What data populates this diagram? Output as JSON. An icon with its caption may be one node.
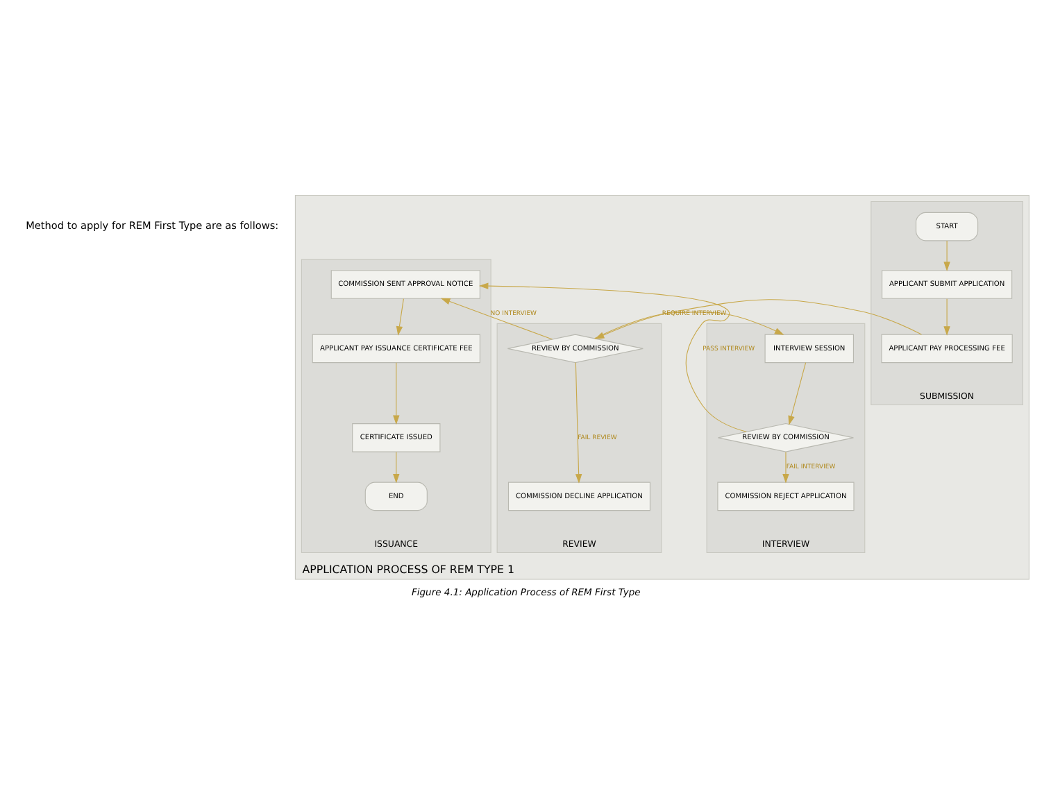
{
  "diagram": {
    "title": "Method to apply for REM First Type are as follows:",
    "caption": "Figure 4.1: Application Process of REM First Type",
    "nodes": [
      {
        "text": [
          "APPLICATION PROCESS OF REM TYPE 1"
        ]
      },
      {
        "text": [
          "SUBMISSION"
        ],
        "in": 0
      },
      {
        "text": [
          "REVIEW"
        ],
        "in": 0
      },
      {
        "text": [
          "INTERVIEW"
        ],
        "in": 0
      },
      {
        "text": [
          "ISSUANCE"
        ],
        "in": 0
      },
      {
        "text": [
          "START"
        ],
        "in": 1
      },
      {
        "text": [
          "APPLICANT SUBMIT APPLICATION"
        ],
        "in": 1
      },
      {
        "text": [
          "APPLICANT PAY PROCESSING FEE"
        ],
        "in": 1
      },
      {
        "text": [
          "REVIEW BY COMMISSION"
        ],
        "in": 2
      },
      {
        "text": [
          "COMMISSION DECLINE APPLICATION"
        ],
        "in": 2
      },
      {
        "text": [
          "INTERVIEW SESSION"
        ],
        "in": 3
      },
      {
        "text": [
          "REVIEW BY COMMISSION"
        ],
        "in": 3
      },
      {
        "text": [
          "COMMISSION REJECT APPLICATION"
        ],
        "in": 3
      },
      {
        "text": [
          "COMMISSION SENT APPROVAL NOTICE"
        ],
        "in": 4
      },
      {
        "text": [
          "APPLICANT PAY ISSUANCE CERTIFICATE FEE"
        ],
        "in": 4
      },
      {
        "text": [
          "CERTIFICATE ISSUED"
        ],
        "in": 4
      },
      {
        "text": [
          "END"
        ],
        "in": 4
      }
    ],
    "edges": [
      {
        "from": 5,
        "to": 6,
        "arrow": "to"
      },
      {
        "from": 6,
        "to": 7,
        "arrow": "to"
      },
      {
        "from": 7,
        "to": 8,
        "arrow": "to"
      },
      {
        "from": 8,
        "to": 13,
        "arrow": "to",
        "label": "NO INTERVIEW"
      },
      {
        "from": 8,
        "to": 10,
        "arrow": "to",
        "label": "REQUIRE INTERVIEW"
      },
      {
        "from": 8,
        "to": 9,
        "arrow": "to",
        "label": "FAIL REVIEW"
      },
      {
        "from": 10,
        "to": 11,
        "arrow": "to"
      },
      {
        "from": 11,
        "to": 13,
        "arrow": "to",
        "label": "PASS INTERVIEW"
      },
      {
        "from": 11,
        "to": 12,
        "arrow": "to",
        "label": "FAIL INTERVIEW"
      },
      {
        "from": 13,
        "to": 14,
        "arrow": "to"
      },
      {
        "from": 14,
        "to": 15,
        "arrow": "to"
      },
      {
        "from": 15,
        "to": 16,
        "arrow": "to"
      }
    ]
  }
}
